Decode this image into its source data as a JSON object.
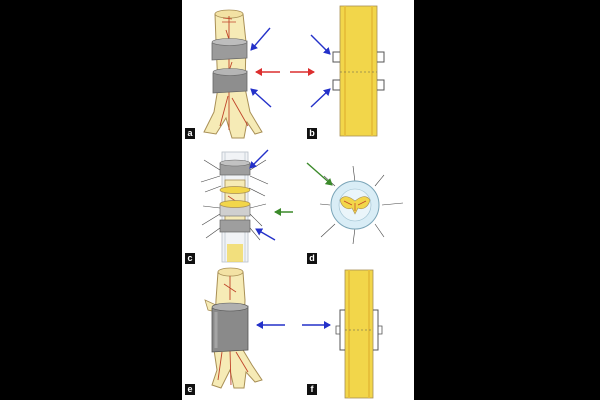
{
  "figure": {
    "colors": {
      "background": "#000000",
      "plate": "#ffffff",
      "nerve_fill": "#f6ebb6",
      "nerve_outline": "#a88f55",
      "fascicle_yellow": "#f2d64a",
      "vessel_red": "#c0452a",
      "cuff_grey": "#8e8e8e",
      "arrow_blue": "#2431c9",
      "arrow_red": "#dc2e2e",
      "arrow_green": "#3b8a2a"
    },
    "panels": [
      {
        "label": "a"
      },
      {
        "label": "b"
      },
      {
        "label": "c"
      },
      {
        "label": "d"
      },
      {
        "label": "e"
      },
      {
        "label": "f"
      }
    ]
  }
}
